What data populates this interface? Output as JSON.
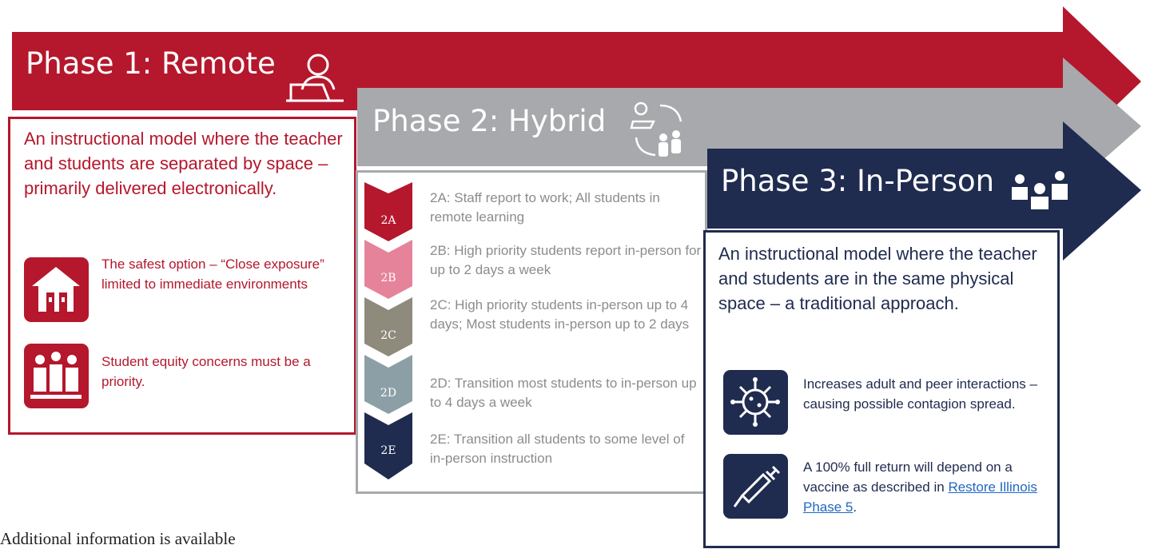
{
  "colors": {
    "phase1": "#b5172c",
    "phase2": "#a7a9ac",
    "phase3": "#1f2b4f",
    "link": "#2168c2"
  },
  "phase1": {
    "title": "Phase 1: Remote",
    "title_icon": "person-at-laptop-icon",
    "description": "An instructional model where the teacher and students are separated by space – primarily delivered electronically.",
    "items": [
      {
        "icon": "house-icon",
        "text": "The safest option – “Close exposure” limited to immediate environments"
      },
      {
        "icon": "student-group-icon",
        "text": "Student equity concerns must be a priority."
      }
    ]
  },
  "phase2": {
    "title": "Phase 2: Hybrid",
    "title_icon": "hybrid-cycle-icon",
    "steps": [
      {
        "label": "2A",
        "color": "#b5172c",
        "text": "2A: Staff report to work; All students in remote learning"
      },
      {
        "label": "2B",
        "color": "#e5839a",
        "text": "2B: High priority students report in-person for up to 2 days a week"
      },
      {
        "label": "2C",
        "color": "#8e8a7c",
        "text": "2C: High priority students in-person up to 4 days; Most students in-person up to 2 days"
      },
      {
        "label": "2D",
        "color": "#8d9fa6",
        "text": "2D: Transition most students to in-person up to 4 days a week"
      },
      {
        "label": "2E",
        "color": "#1f2b4f",
        "text": "2E: Transition all students to some level of in-person instruction"
      }
    ]
  },
  "phase3": {
    "title": "Phase 3: In-Person",
    "title_icon": "people-group-icon",
    "description": "An instructional model where the teacher and students are in the same physical space – a traditional approach.",
    "items": [
      {
        "icon": "virus-icon",
        "text": "Increases adult and peer interactions – causing possible contagion spread."
      },
      {
        "icon": "syringe-icon",
        "text_before": "A 100% full return will depend on a vaccine as described in ",
        "link": "Restore Illinois Phase 5",
        "text_after": "."
      }
    ]
  },
  "footer": {
    "text": "Additional information is available"
  }
}
